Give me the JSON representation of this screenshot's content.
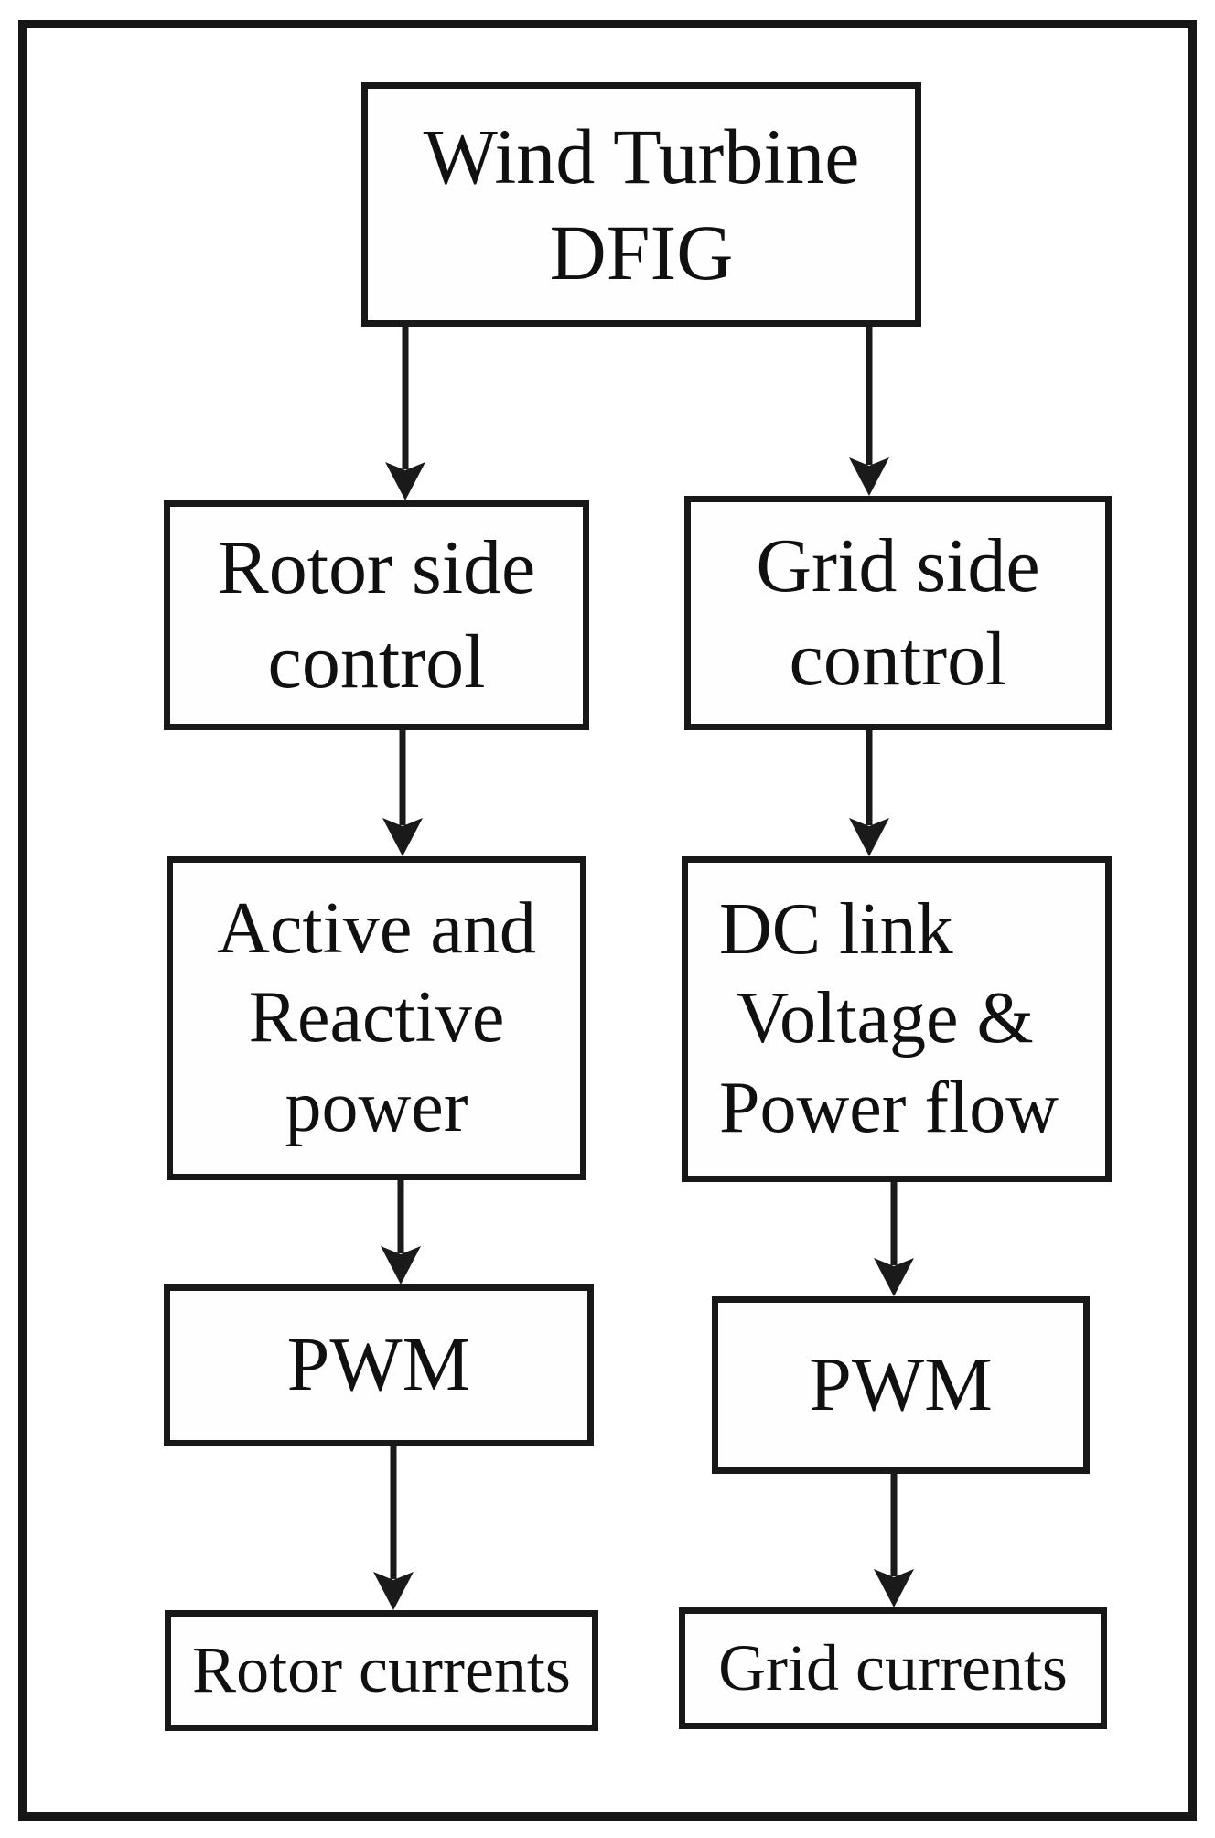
{
  "figure": {
    "type": "flowchart",
    "background_color": "#ffffff",
    "line_color": "#1a1a1a",
    "text_color": "#101010",
    "nodes": {
      "wind_turbine": {
        "lines": [
          "Wind Turbine",
          "DFIG"
        ]
      },
      "rotor_side_control": {
        "lines": [
          "Rotor side",
          "control"
        ]
      },
      "grid_side_control": {
        "lines": [
          "Grid side",
          "control"
        ]
      },
      "active_reactive_power": {
        "lines": [
          "Active and",
          "Reactive",
          "power"
        ]
      },
      "dc_link_voltage_power_flow": {
        "lines": [
          "DC link",
          " Voltage &",
          "Power flow"
        ]
      },
      "pwm_rotor": {
        "lines": [
          "PWM"
        ]
      },
      "pwm_grid": {
        "lines": [
          "PWM"
        ]
      },
      "rotor_currents": {
        "lines": [
          "Rotor currents"
        ]
      },
      "grid_currents": {
        "lines": [
          "Grid currents"
        ]
      }
    },
    "edges": [
      {
        "from": "wind_turbine",
        "to": "rotor_side_control"
      },
      {
        "from": "wind_turbine",
        "to": "grid_side_control"
      },
      {
        "from": "rotor_side_control",
        "to": "active_reactive_power"
      },
      {
        "from": "grid_side_control",
        "to": "dc_link_voltage_power_flow"
      },
      {
        "from": "active_reactive_power",
        "to": "pwm_rotor"
      },
      {
        "from": "dc_link_voltage_power_flow",
        "to": "pwm_grid"
      },
      {
        "from": "pwm_rotor",
        "to": "rotor_currents"
      },
      {
        "from": "pwm_grid",
        "to": "grid_currents"
      }
    ]
  }
}
